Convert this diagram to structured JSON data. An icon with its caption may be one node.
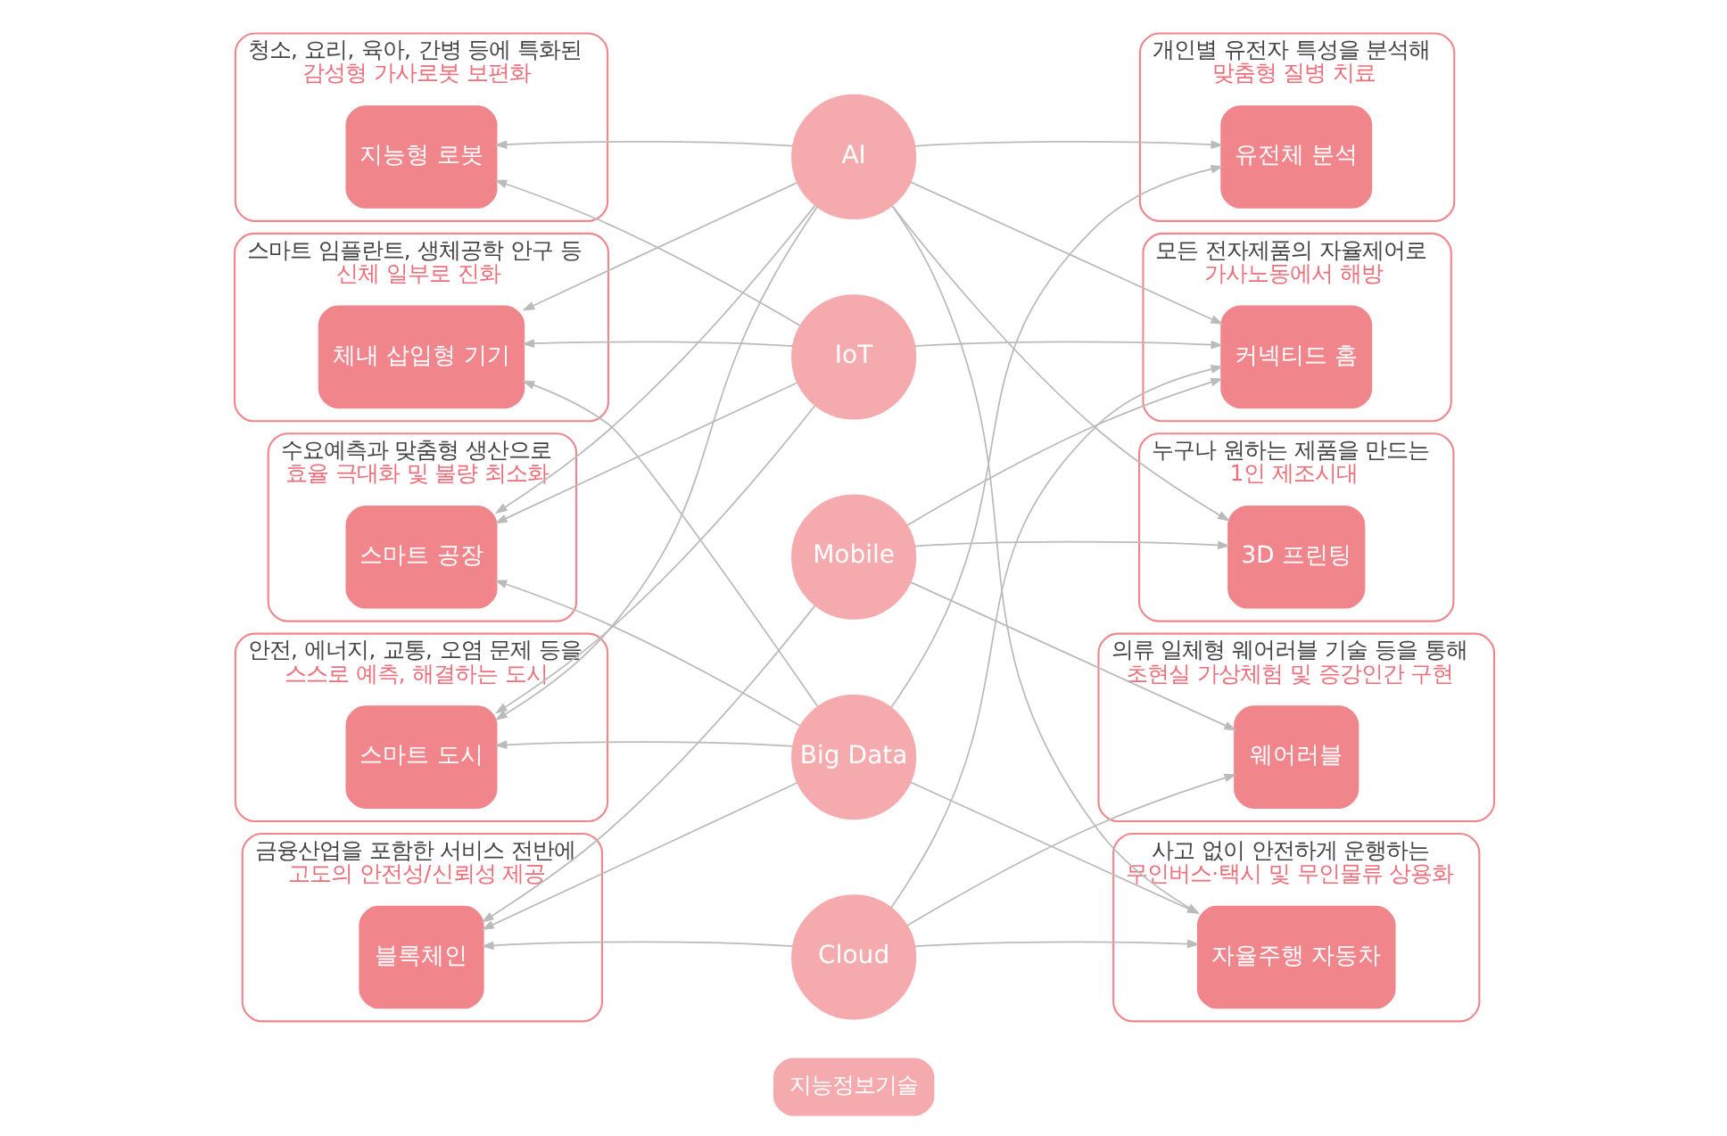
{
  "diagram": {
    "nodes": [
      {
        "text": [
          "청소, 요리, 육아, 간병 등에 특화된",
          "감성형 가사로봇 보편화"
        ]
      },
      {
        "text": [
          "지능형 로봇"
        ],
        "in": 0
      },
      {
        "text": [
          "AI"
        ]
      },
      {
        "text": [
          "개인별 유전자 특성을 분석해",
          "맞춤형 질병 치료"
        ]
      },
      {
        "text": [
          "유전체 분석"
        ],
        "in": 3
      },
      {
        "text": [
          "스마트 임플란트, 생체공학 안구 등",
          "신체 일부로 진화"
        ]
      },
      {
        "text": [
          "체내 삽입형 기기"
        ],
        "in": 5
      },
      {
        "text": [
          "IoT"
        ]
      },
      {
        "text": [
          "모든 전자제품의 자율제어로",
          "가사노동에서 해방"
        ]
      },
      {
        "text": [
          "커넥티드 홈"
        ],
        "in": 8
      },
      {
        "text": [
          "수요예측과 맞춤형 생산으로",
          "효율 극대화 및 불량 최소화"
        ]
      },
      {
        "text": [
          "스마트 공장"
        ],
        "in": 10
      },
      {
        "text": [
          "Mobile"
        ]
      },
      {
        "text": [
          "누구나 원하는 제품을 만드는",
          "1인 제조시대"
        ]
      },
      {
        "text": [
          "3D 프린팅"
        ],
        "in": 13
      },
      {
        "text": [
          "안전, 에너지, 교통, 오염 문제 등을",
          "스스로 예측, 해결하는 도시"
        ]
      },
      {
        "text": [
          "스마트 도시"
        ],
        "in": 15
      },
      {
        "text": [
          "Big Data"
        ]
      },
      {
        "text": [
          "의류 일체형 웨어러블 기술 등을 통해",
          "초현실 가상체험 및 증강인간 구현"
        ]
      },
      {
        "text": [
          "웨어러블"
        ],
        "in": 18
      },
      {
        "text": [
          "금융산업을 포함한 서비스 전반에",
          "고도의 안전성/신뢰성 제공"
        ]
      },
      {
        "text": [
          "블록체인"
        ],
        "in": 20
      },
      {
        "text": [
          "Cloud"
        ]
      },
      {
        "text": [
          "사고 없이 안전하게 운행하는",
          "무인버스·택시 및 무인물류 상용화"
        ]
      },
      {
        "text": [
          "자율주행 자동차"
        ],
        "in": 23
      },
      {
        "text": [
          "지능정보기술"
        ]
      }
    ],
    "edges": [
      {
        "from": 2,
        "to": 1,
        "arrow": "to"
      },
      {
        "from": 7,
        "to": 1,
        "arrow": "to"
      },
      {
        "from": 2,
        "to": 6,
        "arrow": "to"
      },
      {
        "from": 7,
        "to": 6,
        "arrow": "to"
      },
      {
        "from": 17,
        "to": 6,
        "arrow": "to"
      },
      {
        "from": 2,
        "to": 11,
        "arrow": "to"
      },
      {
        "from": 7,
        "to": 11,
        "arrow": "to"
      },
      {
        "from": 17,
        "to": 11,
        "arrow": "to"
      },
      {
        "from": 2,
        "to": 16,
        "arrow": "to"
      },
      {
        "from": 7,
        "to": 16,
        "arrow": "to"
      },
      {
        "from": 17,
        "to": 16,
        "arrow": "to"
      },
      {
        "from": 12,
        "to": 21,
        "arrow": "to"
      },
      {
        "from": 17,
        "to": 21,
        "arrow": "to"
      },
      {
        "from": 22,
        "to": 21,
        "arrow": "to"
      },
      {
        "from": 2,
        "to": 4,
        "arrow": "to"
      },
      {
        "from": 17,
        "to": 4,
        "arrow": "to"
      },
      {
        "from": 2,
        "to": 9,
        "arrow": "to"
      },
      {
        "from": 7,
        "to": 9,
        "arrow": "to"
      },
      {
        "from": 12,
        "to": 9,
        "arrow": "to"
      },
      {
        "from": 22,
        "to": 9,
        "arrow": "to"
      },
      {
        "from": 2,
        "to": 14,
        "arrow": "to"
      },
      {
        "from": 12,
        "to": 14,
        "arrow": "to"
      },
      {
        "from": 12,
        "to": 19,
        "arrow": "to"
      },
      {
        "from": 22,
        "to": 19,
        "arrow": "to"
      },
      {
        "from": 2,
        "to": 24,
        "arrow": "to"
      },
      {
        "from": 17,
        "to": 24,
        "arrow": "to"
      },
      {
        "from": 22,
        "to": 24,
        "arrow": "to"
      }
    ]
  }
}
